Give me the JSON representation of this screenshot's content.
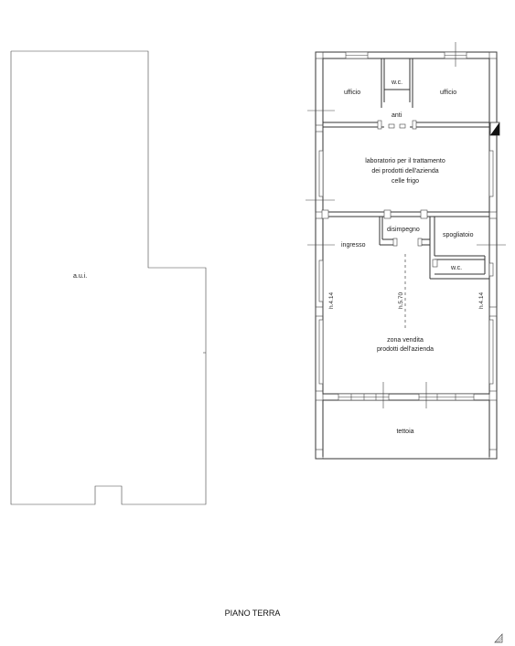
{
  "labels": {
    "aui": "a.u.i.",
    "ufficio_left": "ufficio",
    "wc_top": "w.c.",
    "ufficio_right": "ufficio",
    "anti": "anti",
    "lab_line1": "laboratorio per il trattamento",
    "lab_line2": "dei prodotti dell'azienda",
    "lab_line3": "celle frigo",
    "disimpegno": "disimpegno",
    "spogliatoio": "spogliatoio",
    "ingresso": "ingresso",
    "wc_small": "w.c.",
    "h_left": "h.4.14",
    "h_center": "h.5.70",
    "h_right": "h.4.14",
    "zona_line1": "zona vendita",
    "zona_line2": "prodotti dell'azienda",
    "tettoia": "tettoia",
    "floor_title": "PIANO TERRA"
  }
}
